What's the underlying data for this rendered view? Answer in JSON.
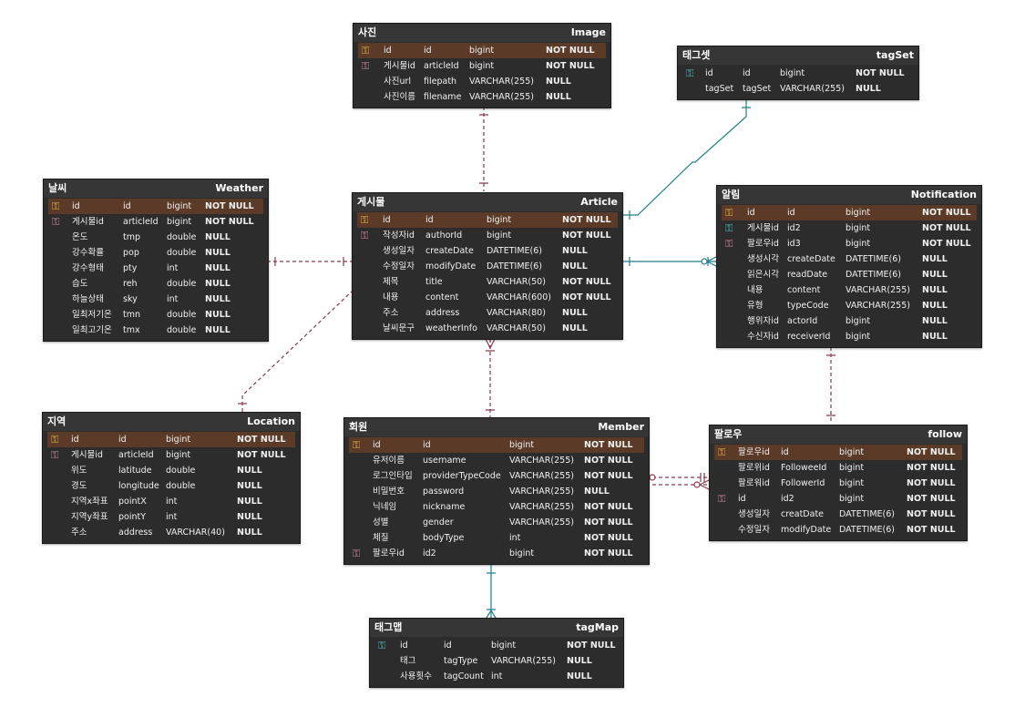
{
  "colors": {
    "relation_maroon": "#8b3a4c",
    "relation_teal": "#1f7f8c",
    "key_gold": "#e6b64a",
    "key_pink": "#d98aa1",
    "key_teal": "#4fc3c4",
    "pk_row_bg": "#5b3b27"
  },
  "tables": {
    "image": {
      "title": "사진",
      "entity": "Image",
      "rows": [
        {
          "key": "gold",
          "label": "id",
          "name": "id",
          "type": "bigint",
          "null": "NOT NULL"
        },
        {
          "key": "pink",
          "label": "게시물id",
          "name": "articleId",
          "type": "bigint",
          "null": "NOT NULL"
        },
        {
          "key": "",
          "label": "사진url",
          "name": "filepath",
          "type": "VARCHAR(255)",
          "null": "NULL"
        },
        {
          "key": "",
          "label": "사진이름",
          "name": "filename",
          "type": "VARCHAR(255)",
          "null": "NULL"
        }
      ]
    },
    "tagset": {
      "title": "태그셋",
      "entity": "tagSet",
      "rows": [
        {
          "key": "teal",
          "label": "id",
          "name": "id",
          "type": "bigint",
          "null": "NOT NULL"
        },
        {
          "key": "",
          "label": "tagSet",
          "name": "tagSet",
          "type": "VARCHAR(255)",
          "null": "NULL"
        }
      ]
    },
    "weather": {
      "title": "날씨",
      "entity": "Weather",
      "rows": [
        {
          "key": "gold",
          "label": "id",
          "name": "id",
          "type": "bigint",
          "null": "NOT NULL"
        },
        {
          "key": "pink",
          "label": "게시물id",
          "name": "articleId",
          "type": "bigint",
          "null": "NOT NULL"
        },
        {
          "key": "",
          "label": "온도",
          "name": "tmp",
          "type": "double",
          "null": "NULL"
        },
        {
          "key": "",
          "label": "강수확률",
          "name": "pop",
          "type": "double",
          "null": "NULL"
        },
        {
          "key": "",
          "label": "강수형태",
          "name": "pty",
          "type": "int",
          "null": "NULL"
        },
        {
          "key": "",
          "label": "습도",
          "name": "reh",
          "type": "double",
          "null": "NULL"
        },
        {
          "key": "",
          "label": "하늘상태",
          "name": "sky",
          "type": "int",
          "null": "NULL"
        },
        {
          "key": "",
          "label": "일최저기온",
          "name": "tmn",
          "type": "double",
          "null": "NULL"
        },
        {
          "key": "",
          "label": "일최고기온",
          "name": "tmx",
          "type": "double",
          "null": "NULL"
        }
      ]
    },
    "article": {
      "title": "게시물",
      "entity": "Article",
      "rows": [
        {
          "key": "gold",
          "label": "id",
          "name": "id",
          "type": "bigint",
          "null": "NOT NULL"
        },
        {
          "key": "pink",
          "label": "작성자id",
          "name": "authorId",
          "type": "bigint",
          "null": "NOT NULL"
        },
        {
          "key": "",
          "label": "생성일자",
          "name": "createDate",
          "type": "DATETIME(6)",
          "null": "NULL"
        },
        {
          "key": "",
          "label": "수정일자",
          "name": "modifyDate",
          "type": "DATETIME(6)",
          "null": "NULL"
        },
        {
          "key": "",
          "label": "제목",
          "name": "title",
          "type": "VARCHAR(50)",
          "null": "NOT NULL"
        },
        {
          "key": "",
          "label": "내용",
          "name": "content",
          "type": "VARCHAR(600)",
          "null": "NOT NULL"
        },
        {
          "key": "",
          "label": "주소",
          "name": "address",
          "type": "VARCHAR(80)",
          "null": "NULL"
        },
        {
          "key": "",
          "label": "날씨문구",
          "name": "weatherInfo",
          "type": "VARCHAR(50)",
          "null": "NULL"
        }
      ]
    },
    "notification": {
      "title": "알림",
      "entity": "Notification",
      "rows": [
        {
          "key": "gold",
          "label": "id",
          "name": "id",
          "type": "bigint",
          "null": "NOT NULL"
        },
        {
          "key": "teal",
          "label": "게시물id",
          "name": "id2",
          "type": "bigint",
          "null": "NOT NULL"
        },
        {
          "key": "pink",
          "label": "팔로우id",
          "name": "id3",
          "type": "bigint",
          "null": "NOT NULL"
        },
        {
          "key": "",
          "label": "생성시각",
          "name": "createDate",
          "type": "DATETIME(6)",
          "null": "NULL"
        },
        {
          "key": "",
          "label": "읽은시각",
          "name": "readDate",
          "type": "DATETIME(6)",
          "null": "NULL"
        },
        {
          "key": "",
          "label": "내용",
          "name": "content",
          "type": "VARCHAR(255)",
          "null": "NULL"
        },
        {
          "key": "",
          "label": "유형",
          "name": "typeCode",
          "type": "VARCHAR(255)",
          "null": "NULL"
        },
        {
          "key": "",
          "label": "행위자id",
          "name": "actorId",
          "type": "bigint",
          "null": "NULL"
        },
        {
          "key": "",
          "label": "수신자id",
          "name": "receiverId",
          "type": "bigint",
          "null": "NULL"
        }
      ]
    },
    "location": {
      "title": "지역",
      "entity": "Location",
      "rows": [
        {
          "key": "gold",
          "label": "id",
          "name": "id",
          "type": "bigint",
          "null": "NOT NULL"
        },
        {
          "key": "pink",
          "label": "게시물id",
          "name": "articleId",
          "type": "bigint",
          "null": "NOT NULL"
        },
        {
          "key": "",
          "label": "위도",
          "name": "latitude",
          "type": "double",
          "null": "NULL"
        },
        {
          "key": "",
          "label": "경도",
          "name": "longitude",
          "type": "double",
          "null": "NULL"
        },
        {
          "key": "",
          "label": "지역x좌표",
          "name": "pointX",
          "type": "int",
          "null": "NULL"
        },
        {
          "key": "",
          "label": "지역y좌표",
          "name": "pointY",
          "type": "int",
          "null": "NULL"
        },
        {
          "key": "",
          "label": "주소",
          "name": "address",
          "type": "VARCHAR(40)",
          "null": "NULL"
        }
      ]
    },
    "member": {
      "title": "회원",
      "entity": "Member",
      "rows": [
        {
          "key": "gold",
          "label": "id",
          "name": "id",
          "type": "bigint",
          "null": "NOT NULL"
        },
        {
          "key": "",
          "label": "유저이름",
          "name": "username",
          "type": "VARCHAR(255)",
          "null": "NOT NULL"
        },
        {
          "key": "",
          "label": "로그인타입",
          "name": "providerTypeCode",
          "type": "VARCHAR(255)",
          "null": "NOT NULL"
        },
        {
          "key": "",
          "label": "비밀번호",
          "name": "password",
          "type": "VARCHAR(255)",
          "null": "NULL"
        },
        {
          "key": "",
          "label": "닉네임",
          "name": "nickname",
          "type": "VARCHAR(255)",
          "null": "NOT NULL"
        },
        {
          "key": "",
          "label": "성별",
          "name": "gender",
          "type": "VARCHAR(255)",
          "null": "NOT NULL"
        },
        {
          "key": "",
          "label": "체질",
          "name": "bodyType",
          "type": "int",
          "null": "NOT NULL"
        },
        {
          "key": "pink",
          "label": "팔로우id",
          "name": "id2",
          "type": "bigint",
          "null": "NOT NULL"
        }
      ]
    },
    "follow": {
      "title": "팔로우",
      "entity": "follow",
      "rows": [
        {
          "key": "gold",
          "label": "팔로우id",
          "name": "id",
          "type": "bigint",
          "null": "NOT NULL"
        },
        {
          "key": "",
          "label": "팔로위id",
          "name": "FolloweeId",
          "type": "bigint",
          "null": "NOT NULL"
        },
        {
          "key": "",
          "label": "팔로워id",
          "name": "FollowerId",
          "type": "bigint",
          "null": "NOT NULL"
        },
        {
          "key": "pink",
          "label": "id",
          "name": "id2",
          "type": "bigint",
          "null": "NOT NULL"
        },
        {
          "key": "",
          "label": "생성일자",
          "name": "creatDate",
          "type": "DATETIME(6)",
          "null": "NOT NULL"
        },
        {
          "key": "",
          "label": "수정일자",
          "name": "modifyDate",
          "type": "DATETIME(6)",
          "null": "NOT NULL"
        }
      ]
    },
    "tagmap": {
      "title": "태그맵",
      "entity": "tagMap",
      "rows": [
        {
          "key": "teal",
          "label": "id",
          "name": "id",
          "type": "bigint",
          "null": "NOT NULL"
        },
        {
          "key": "",
          "label": "태그",
          "name": "tagType",
          "type": "VARCHAR(255)",
          "null": "NULL"
        },
        {
          "key": "",
          "label": "사용횟수",
          "name": "tagCount",
          "type": "int",
          "null": "NULL"
        }
      ]
    }
  }
}
